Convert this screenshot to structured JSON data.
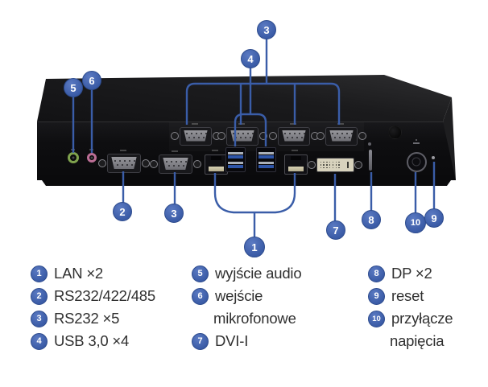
{
  "figure_type": "rear-panel-port-diagram",
  "colors": {
    "callout_blue": "#3f63ad",
    "callout_border": "#2e4c8e",
    "leader_line": "#3a5da8",
    "legend_text": "#303030",
    "audio_out_green": "#7fa24e",
    "mic_in_pink": "#bb6e95",
    "usb_blue": "#2e55a8",
    "metal_stripe": "#aab0b8",
    "dvi_cream": "#d8d3bd",
    "chassis_black": "#0e0e10"
  },
  "device_callouts": [
    {
      "number": "3",
      "points_to": "rs232-top-row-bracket"
    },
    {
      "number": "4",
      "points_to": "usb3-ports-bracket"
    },
    {
      "number": "5",
      "points_to": "audio-out-jack"
    },
    {
      "number": "6",
      "points_to": "mic-in-jack"
    },
    {
      "number": "2",
      "points_to": "rs232-422-485-port"
    },
    {
      "number": "3",
      "points_to": "rs232-port-bottom"
    },
    {
      "number": "1",
      "points_to": "lan-ports-bracket"
    },
    {
      "number": "7",
      "points_to": "dvi-i-port"
    },
    {
      "number": "8",
      "points_to": "dp-ports"
    },
    {
      "number": "10",
      "points_to": "power-connector"
    },
    {
      "number": "9",
      "points_to": "reset-button"
    }
  ],
  "legend": {
    "columns": [
      {
        "items": [
          {
            "num": "1",
            "label": "LAN ×2"
          },
          {
            "num": "2",
            "label": "RS232/422/485"
          },
          {
            "num": "3",
            "label": "RS232 ×5"
          },
          {
            "num": "4",
            "label": "USB 3,0 ×4"
          }
        ]
      },
      {
        "items": [
          {
            "num": "5",
            "label": "wyjście audio"
          },
          {
            "num": "6",
            "label": "wejście"
          },
          {
            "num": "",
            "label": "mikrofonowe"
          },
          {
            "num": "7",
            "label": "DVI-I"
          }
        ]
      },
      {
        "items": [
          {
            "num": "8",
            "label": "DP ×2"
          },
          {
            "num": "9",
            "label": "reset"
          },
          {
            "num": "10",
            "label": "przyłącze"
          },
          {
            "num": "",
            "label": "napięcia"
          }
        ]
      }
    ]
  }
}
